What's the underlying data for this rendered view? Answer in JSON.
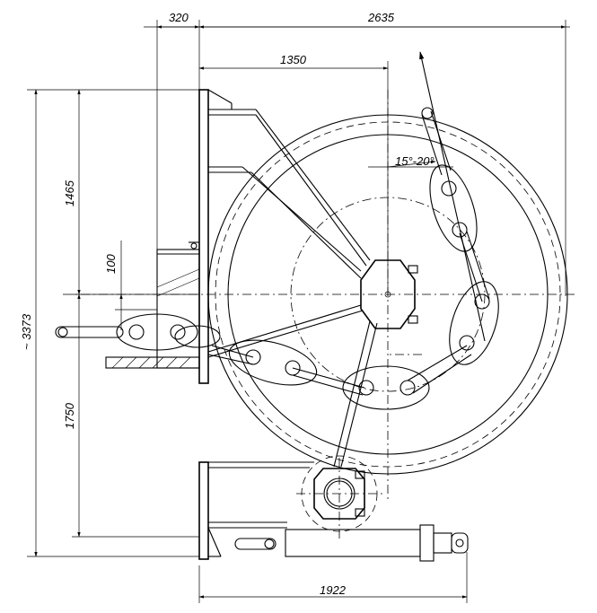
{
  "dimensions": {
    "top_left": "320",
    "top_total": "2635",
    "top_mid": "1350",
    "angle": "15°-20°",
    "left_upper": "1465",
    "left_small": "100",
    "left_total": "~ 3373",
    "left_lower": "1750",
    "bottom": "1922"
  },
  "colors": {
    "line": "#000000",
    "background": "#ffffff"
  }
}
